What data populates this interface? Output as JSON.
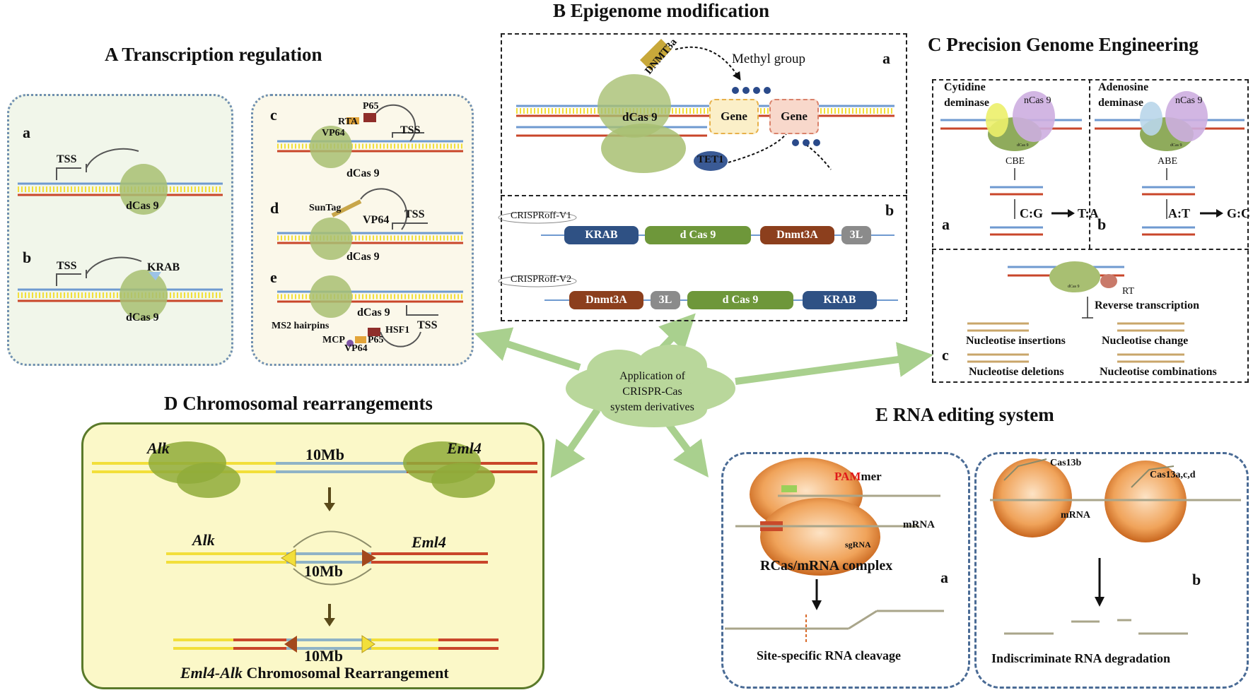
{
  "center": {
    "l1": "Application of",
    "l2": "CRISPR-Cas",
    "l3": "system derivatives"
  },
  "panel_a": {
    "title": "A  Transcription regulation",
    "a": {
      "letter": "a",
      "tss": "TSS",
      "dcas": "dCas 9"
    },
    "b": {
      "letter": "b",
      "tss": "TSS",
      "krab": "KRAB",
      "dcas": "dCas 9"
    },
    "c": {
      "letter": "c",
      "rta": "RTA",
      "p65": "P65",
      "vp64": "VP64",
      "tss": "TSS",
      "dcas": "dCas 9"
    },
    "d": {
      "letter": "d",
      "suntag": "SunTag",
      "vp64": "VP64",
      "tss": "TSS",
      "dcas": "dCas 9"
    },
    "e": {
      "letter": "e",
      "dcas": "dCas 9",
      "ms2": "MS2 hairpins",
      "hsf1": "HSF1",
      "tss": "TSS",
      "mcp": "MCP",
      "p65": "P65",
      "vp64": "VP64"
    }
  },
  "panel_b": {
    "title": "B  Epigenome modification",
    "a": {
      "letter": "a",
      "dnmt3a": "DNMT3a",
      "methyl": "Methyl group",
      "dcas": "dCas 9",
      "gene1": "Gene",
      "gene2": "Gene",
      "tet1": "TET1"
    },
    "b": {
      "letter": "b",
      "v1": {
        "name": "CRISPRoff-V1",
        "parts": [
          "KRAB",
          "d Cas 9",
          "Dnmt3A",
          "3L"
        ]
      },
      "v2": {
        "name": "CRISPRoff-V2",
        "parts": [
          "Dnmt3A",
          "3L",
          "d Cas 9",
          "KRAB"
        ]
      }
    }
  },
  "panel_c": {
    "title": "C  Precision Genome Engineering",
    "a": {
      "letter": "a",
      "deam1": "Cytidine",
      "deam2": "deminase",
      "ncas": "nCas 9",
      "dcas_small": "dCas 9",
      "editor": "CBE",
      "change": "C:G",
      "result": "T:A"
    },
    "b": {
      "letter": "b",
      "deam1": "Adenosine",
      "deam2": "deminase",
      "ncas": "nCas 9",
      "dcas_small": "dCas 9",
      "editor": "ABE",
      "change": "A:T",
      "result": "G:C"
    },
    "c": {
      "letter": "c",
      "rt": "RT",
      "dcas_small": "dCas 9",
      "rtx": "Reverse transcription",
      "ins": "Nucleotise insertions",
      "chg": "Nucleotise change",
      "del": "Nucleotise deletions",
      "comb": "Nucleotise combinations"
    }
  },
  "panel_d": {
    "title": "D  Chromosomal rearrangements",
    "alk": "Alk",
    "eml4": "Eml4",
    "size": "10Mb",
    "final_italic": "Eml4-Alk",
    "final_rest": " Chromosomal Rearrangement"
  },
  "panel_e": {
    "title": "E RNA editing system",
    "a": {
      "letter": "a",
      "pam": "PAM",
      "mer": "mer",
      "mrna": "mRNA",
      "sgrna": "sgRNA",
      "complex": "RCas/mRNA complex",
      "result": "Site-specific RNA cleavage"
    },
    "b": {
      "letter": "b",
      "cas13b": "Cas13b",
      "cas13acd": "Cas13a,c,d",
      "mrna": "mRNA",
      "result": "Indiscriminate RNA degradation"
    }
  },
  "colors": {
    "arrow": "#a9d08e",
    "cas_green": "#a8bf72",
    "dotted_blue": "#6f8fb0",
    "panel_d_border": "#5a7a2a",
    "panel_d_fill": "#fbf8c8",
    "dna_blue": "#6f9ad0",
    "dna_red": "#c9462a",
    "dna_yellow": "#f2df3a"
  }
}
